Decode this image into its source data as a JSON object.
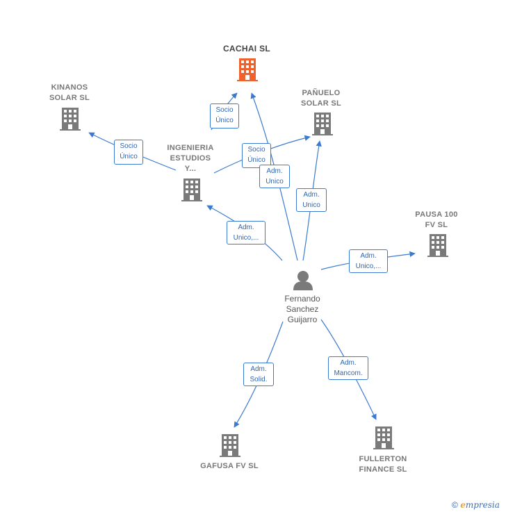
{
  "colors": {
    "edge": "#3a7ad0",
    "building_main": "#f0622d",
    "building": "#7a7a7a",
    "person": "#7a7a7a"
  },
  "nodes": {
    "cachai": {
      "name": "CACHAI  SL",
      "icon": "building-icon"
    },
    "kinanos": {
      "line1": "KINANOS",
      "line2": "SOLAR  SL",
      "icon": "building-icon"
    },
    "panuelo": {
      "line1": "PAÑUELO",
      "line2": "SOLAR  SL",
      "icon": "building-icon"
    },
    "ingenieria": {
      "line1": "INGENIERIA",
      "line2": "ESTUDIOS",
      "line3": "Y...",
      "icon": "building-icon"
    },
    "pausa": {
      "line1": "PAUSA 100",
      "line2": "FV SL",
      "icon": "building-icon"
    },
    "gafusa": {
      "name": "GAFUSA FV SL",
      "icon": "building-icon"
    },
    "fullerton": {
      "line1": "FULLERTON",
      "line2": "FINANCE  SL",
      "icon": "building-icon"
    },
    "person": {
      "line1": "Fernando",
      "line2": "Sanchez",
      "line3": "Guijarro",
      "icon": "person-icon"
    }
  },
  "edges": {
    "ing_cachai": {
      "line1": "Socio",
      "line2": "Único"
    },
    "ing_kinanos": {
      "line1": "Socio",
      "line2": "Único"
    },
    "ing_panuelo": {
      "line1": "Socio",
      "line2": "Único"
    },
    "person_cachai": {
      "line1": "Adm.",
      "line2": "Unico"
    },
    "person_panuelo": {
      "line1": "Adm.",
      "line2": "Unico"
    },
    "person_ing": {
      "line1": "Adm.",
      "line2": "Unico,..."
    },
    "person_pausa": {
      "line1": "Adm.",
      "line2": "Unico,..."
    },
    "person_gafusa": {
      "line1": "Adm.",
      "line2": "Solid."
    },
    "person_fullerton": {
      "line1": "Adm.",
      "line2": "Mancom."
    }
  },
  "watermark": {
    "copyright": "©",
    "brand_e": "e",
    "brand_rest": "mpresia"
  }
}
